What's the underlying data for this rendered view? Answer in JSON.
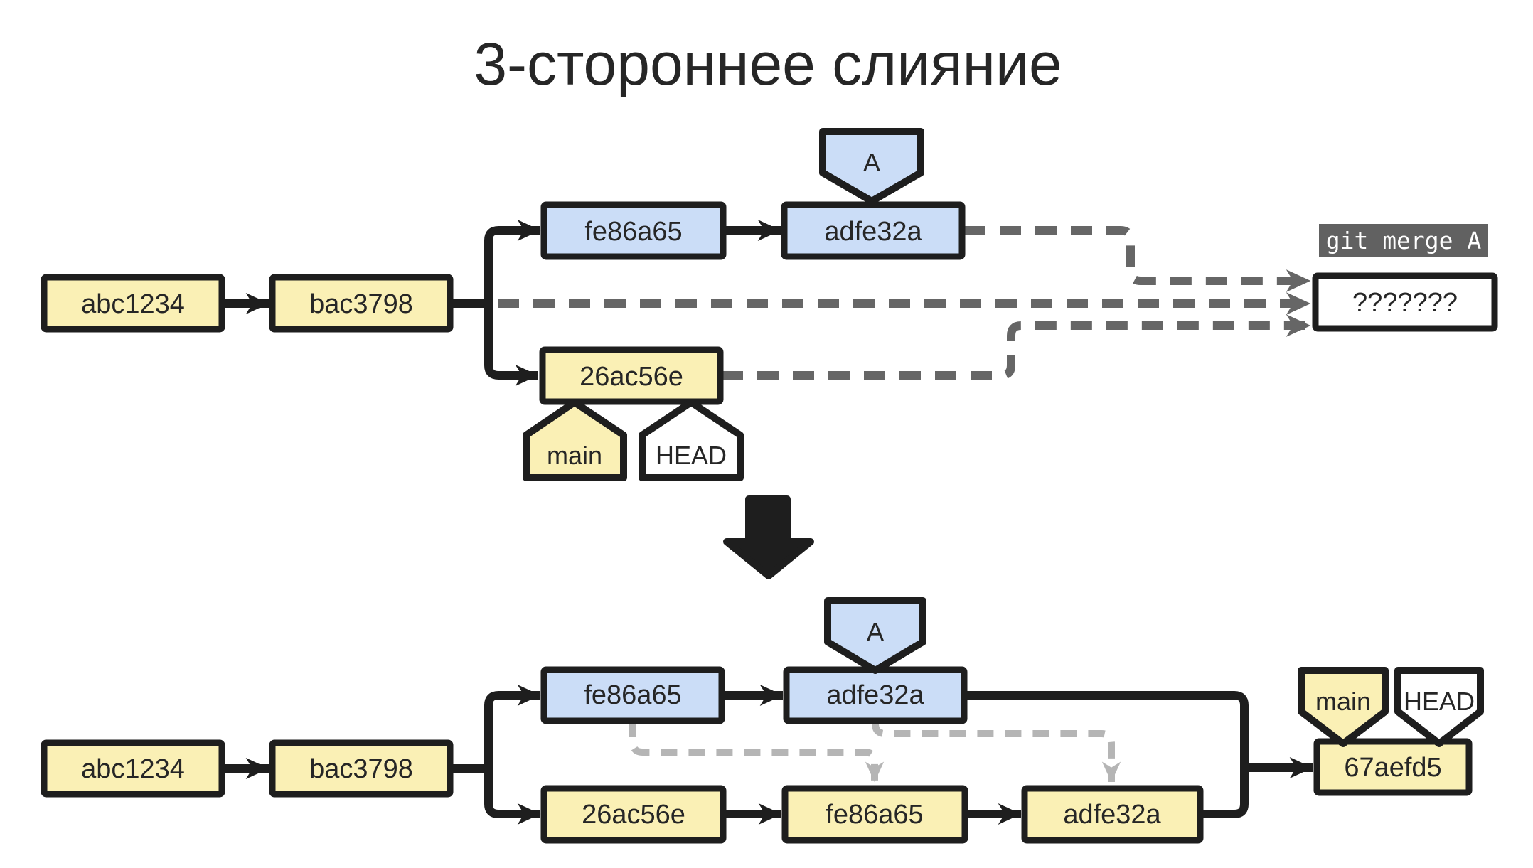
{
  "title": "3-стороннее слияние",
  "colors": {
    "node_yellow": "#FAF0B5",
    "node_blue": "#CBDDF7",
    "outline": "#1E1E1E",
    "dash_dark": "#666666",
    "dash_light": "#B5B5B5",
    "command_bg": "#616161",
    "result_fill": "#FFFFFF",
    "text": "#262626"
  },
  "before": {
    "commits": {
      "base1": "abc1234",
      "base2": "bac3798",
      "feature1": "fe86a65",
      "feature2": "adfe32a",
      "main1": "26ac56e"
    },
    "feature_tag": "A",
    "main_tag": "main",
    "head_tag": "HEAD",
    "command": "git merge A",
    "pending_result": "???????"
  },
  "after": {
    "commits": {
      "base1": "abc1234",
      "base2": "bac3798",
      "feature1": "fe86a65",
      "feature2": "adfe32a",
      "main1": "26ac56e",
      "replay1": "fe86a65",
      "replay2": "adfe32a",
      "merge": "67aefd5"
    },
    "feature_tag": "A",
    "main_tag": "main",
    "head_tag": "HEAD"
  }
}
